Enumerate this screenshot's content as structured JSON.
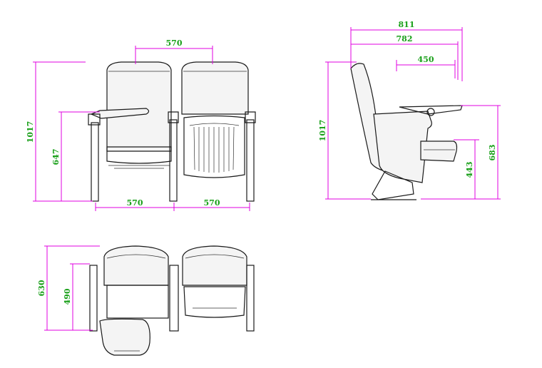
{
  "dimensions": {
    "front_view": {
      "top_width": "570",
      "total_height": "1017",
      "armrest_height": "647",
      "bottom_left_width": "570",
      "bottom_right_width": "570"
    },
    "side_view": {
      "overall_depth": "811",
      "back_depth": "782",
      "seat_depth": "450",
      "total_height": "1017",
      "armrest_height": "683",
      "seat_height": "443"
    },
    "top_view": {
      "total_depth": "630",
      "seat_depth": "490"
    }
  },
  "colors": {
    "dimension_line": "#e000e0",
    "dimension_text": "#1aa01a",
    "outline": "#1a1a1a"
  }
}
